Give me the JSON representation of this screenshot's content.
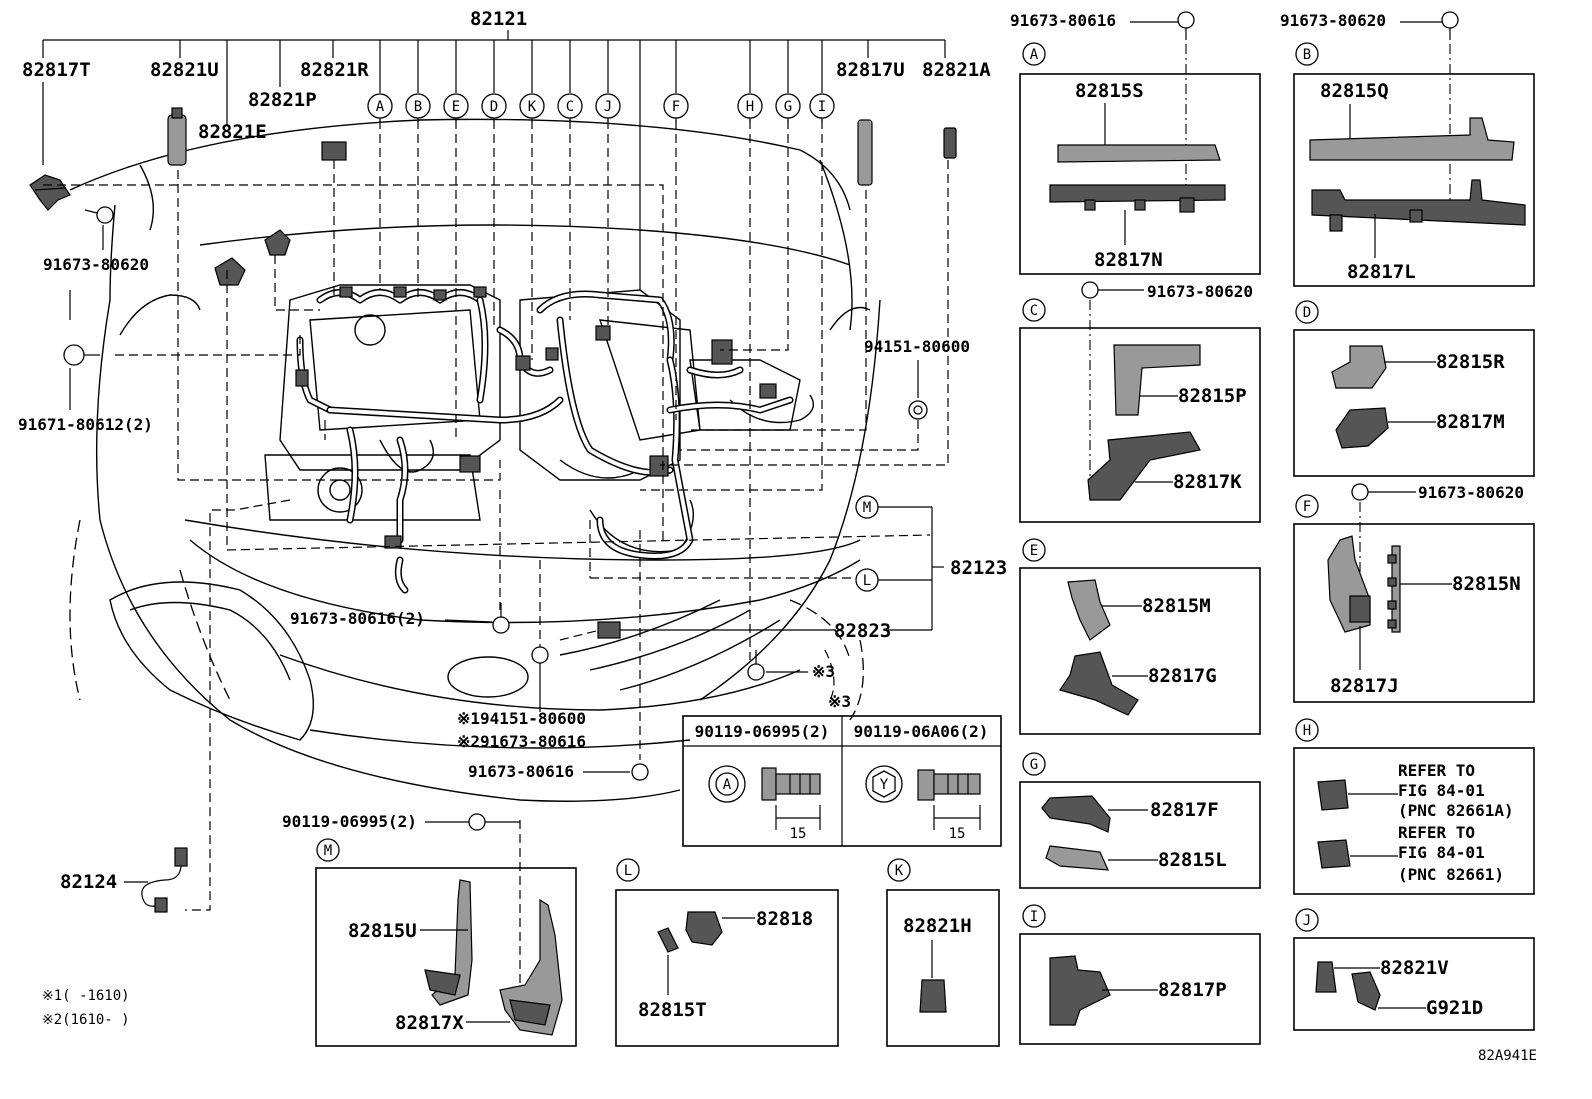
{
  "labels": {
    "top_main": "82121",
    "p82817T": "82817T",
    "p82821U": "82821U",
    "p82821R": "82821R",
    "p82821P": "82821P",
    "p82821E": "82821E",
    "p82817U": "82817U",
    "p82821A": "82821A",
    "bolt_91673_80620_left": "91673-80620",
    "bolt_91671_80612": "91671-80612(2)",
    "clip_94151_80600": "94151-80600",
    "p82123": "82123",
    "p82823": "82823",
    "bolt_91673_80616_2": "91673-80616(2)",
    "note1_part": "※194151-80600",
    "note2_part": "※291673-80616",
    "bolt_91673_80616_bottom": "91673-80616",
    "bolt_90119_06995_2": "90119-06995(2)",
    "p82124": "82124",
    "mark3_a": "※3",
    "mark3_b": "※3",
    "footnote1": "※1(     -1610)",
    "footnote2": "※2(1610-     )",
    "figure_code": "82A941E"
  },
  "harness_letters": [
    "A",
    "B",
    "E",
    "D",
    "K",
    "C",
    "J",
    "F",
    "H",
    "G",
    "I"
  ],
  "side_letters": {
    "M": "M",
    "L": "L"
  },
  "fastener_table": {
    "left_header": "90119-06995(2)",
    "right_header": "90119-06A06(2)",
    "left_mark": "A",
    "right_mark": "Y",
    "left_dim": "15",
    "right_dim": "15"
  },
  "panels": {
    "A": {
      "letter": "A",
      "bolt": "91673-80616",
      "upper": "82815S",
      "lower": "82817N"
    },
    "B": {
      "letter": "B",
      "bolt": "91673-80620",
      "upper": "82815Q",
      "lower": "82817L"
    },
    "C": {
      "letter": "C",
      "bolt": "91673-80620",
      "upper": "82815P",
      "lower": "82817K"
    },
    "D": {
      "letter": "D",
      "upper": "82815R",
      "lower": "82817M"
    },
    "E": {
      "letter": "E",
      "upper": "82815M",
      "lower": "82817G"
    },
    "F": {
      "letter": "F",
      "bolt": "91673-80620",
      "right": "82815N",
      "lower": "82817J"
    },
    "G": {
      "letter": "G",
      "upper": "82817F",
      "lower": "82815L"
    },
    "H": {
      "letter": "H",
      "ref1_line1": "REFER TO",
      "ref1_line2": "FIG 84-01",
      "ref1_line3": "(PNC 82661A)",
      "ref2_line1": "REFER TO",
      "ref2_line2": "FIG 84-01",
      "ref2_line3": "(PNC 82661)"
    },
    "I": {
      "letter": "I",
      "part": "82817P"
    },
    "J": {
      "letter": "J",
      "upper": "82821V",
      "lower": "G921D"
    },
    "K": {
      "letter": "K",
      "part": "82821H"
    },
    "L": {
      "letter": "L",
      "upper": "82818",
      "lower": "82815T"
    },
    "M": {
      "letter": "M",
      "upper": "82815U",
      "lower": "82817X"
    }
  }
}
